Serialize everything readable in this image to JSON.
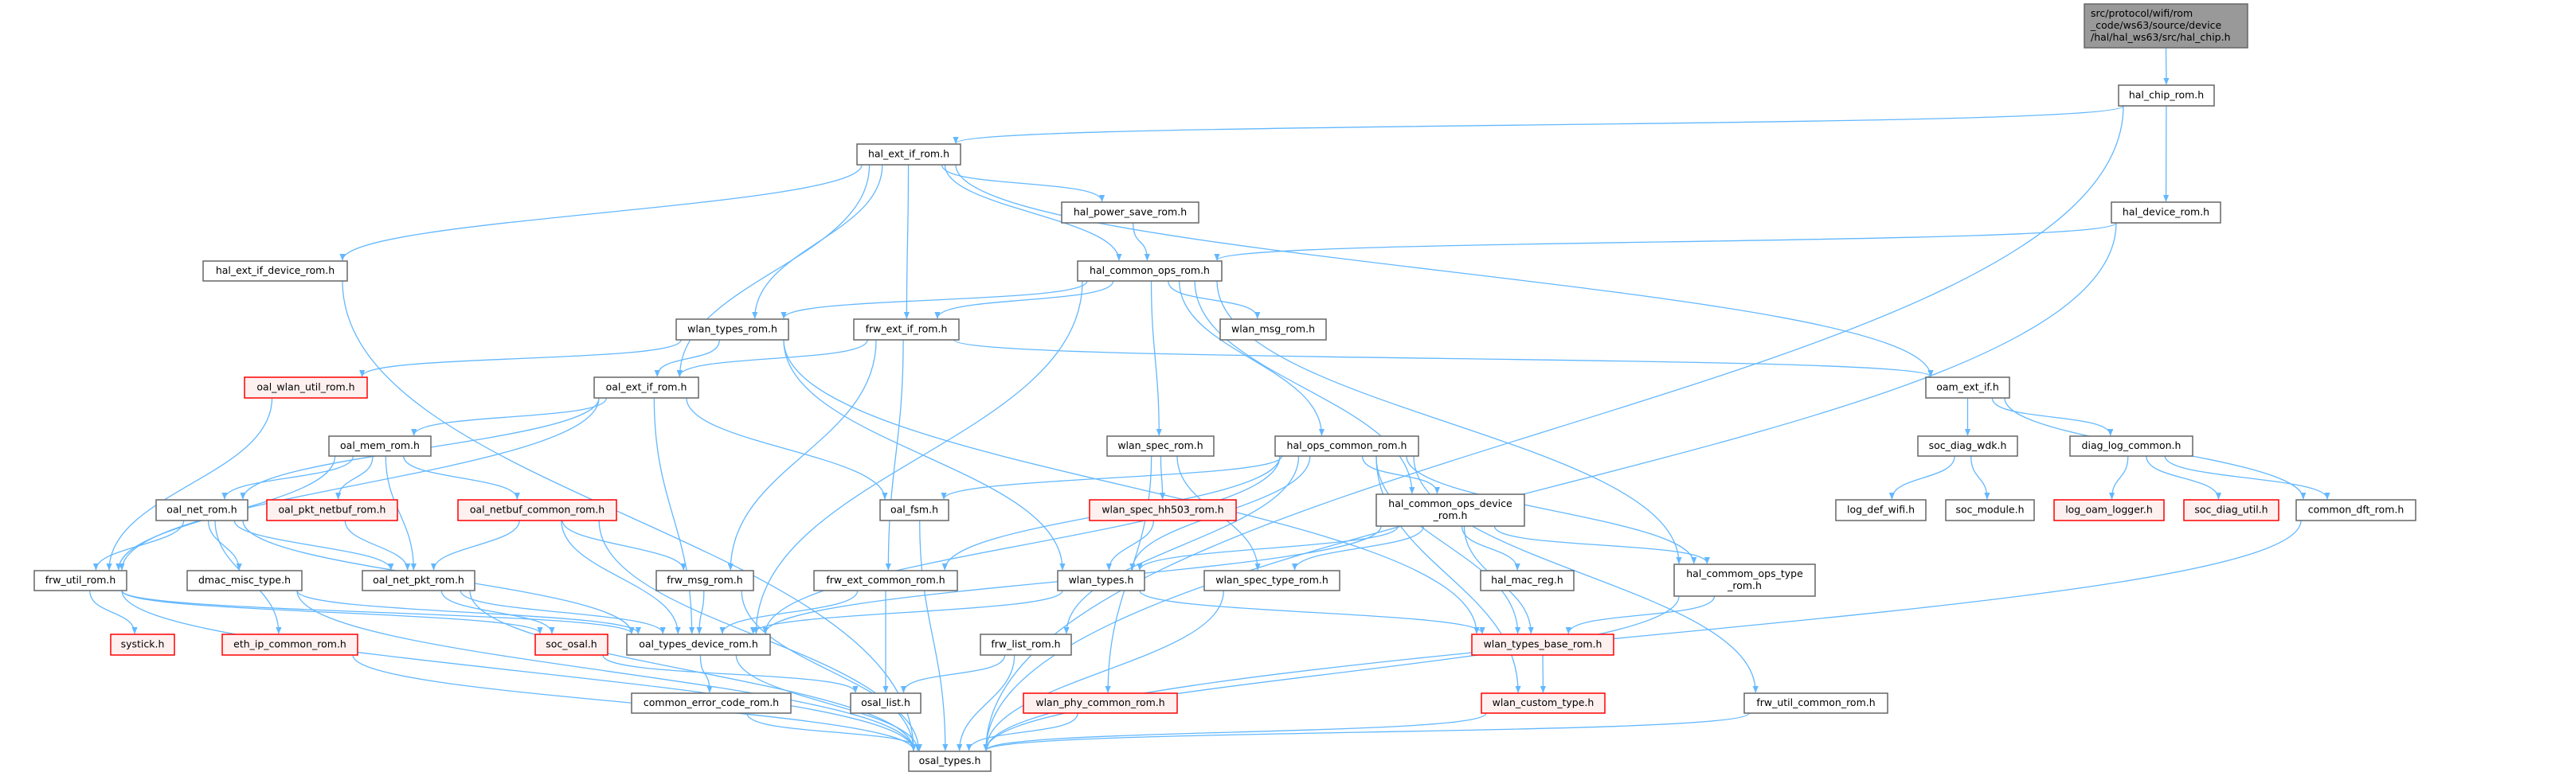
{
  "colors": {
    "edge": "#63b8ff",
    "normal_border": "#666666",
    "missing_border": "#ff0000",
    "missing_fill": "#fff0f0",
    "root_fill": "#999999"
  },
  "nodes": [
    {
      "id": "root",
      "style": "root",
      "lines": [
        "src/protocol/wifi/rom",
        "_code/ws63/source/device",
        "/hal/hal_ws63/src/hal_chip.h"
      ]
    },
    {
      "id": "hal_chip_rom",
      "style": "normal",
      "lines": [
        "hal_chip_rom.h"
      ]
    },
    {
      "id": "hal_ext_if_rom",
      "style": "normal",
      "lines": [
        "hal_ext_if_rom.h"
      ]
    },
    {
      "id": "hal_power_save_rom",
      "style": "normal",
      "lines": [
        "hal_power_save_rom.h"
      ]
    },
    {
      "id": "hal_device_rom",
      "style": "normal",
      "lines": [
        "hal_device_rom.h"
      ]
    },
    {
      "id": "hal_ext_if_device_rom",
      "style": "normal",
      "lines": [
        "hal_ext_if_device_rom.h"
      ]
    },
    {
      "id": "hal_common_ops_rom",
      "style": "normal",
      "lines": [
        "hal_common_ops_rom.h"
      ]
    },
    {
      "id": "wlan_types_rom",
      "style": "normal",
      "lines": [
        "wlan_types_rom.h"
      ]
    },
    {
      "id": "frw_ext_if_rom",
      "style": "normal",
      "lines": [
        "frw_ext_if_rom.h"
      ]
    },
    {
      "id": "wlan_msg_rom",
      "style": "normal",
      "lines": [
        "wlan_msg_rom.h"
      ]
    },
    {
      "id": "oal_wlan_util_rom",
      "style": "missing",
      "lines": [
        "oal_wlan_util_rom.h"
      ]
    },
    {
      "id": "oal_ext_if_rom",
      "style": "normal",
      "lines": [
        "oal_ext_if_rom.h"
      ]
    },
    {
      "id": "oam_ext_if",
      "style": "normal",
      "lines": [
        "oam_ext_if.h"
      ]
    },
    {
      "id": "oal_mem_rom",
      "style": "normal",
      "lines": [
        "oal_mem_rom.h"
      ]
    },
    {
      "id": "wlan_spec_rom",
      "style": "normal",
      "lines": [
        "wlan_spec_rom.h"
      ]
    },
    {
      "id": "hal_ops_common_rom",
      "style": "normal",
      "lines": [
        "hal_ops_common_rom.h"
      ]
    },
    {
      "id": "soc_diag_wdk",
      "style": "normal",
      "lines": [
        "soc_diag_wdk.h"
      ]
    },
    {
      "id": "diag_log_common",
      "style": "normal",
      "lines": [
        "diag_log_common.h"
      ]
    },
    {
      "id": "oal_net_rom",
      "style": "normal",
      "lines": [
        "oal_net_rom.h"
      ]
    },
    {
      "id": "oal_pkt_netbuf_rom",
      "style": "missing",
      "lines": [
        "oal_pkt_netbuf_rom.h"
      ]
    },
    {
      "id": "oal_netbuf_common_rom",
      "style": "missing",
      "lines": [
        "oal_netbuf_common_rom.h"
      ]
    },
    {
      "id": "oal_fsm",
      "style": "normal",
      "lines": [
        "oal_fsm.h"
      ]
    },
    {
      "id": "wlan_spec_hh503_rom",
      "style": "missing",
      "lines": [
        "wlan_spec_hh503_rom.h"
      ]
    },
    {
      "id": "hal_common_ops_device_rom",
      "style": "normal",
      "lines": [
        "hal_common_ops_device",
        "_rom.h"
      ]
    },
    {
      "id": "log_def_wifi",
      "style": "normal",
      "lines": [
        "log_def_wifi.h"
      ]
    },
    {
      "id": "soc_module",
      "style": "normal",
      "lines": [
        "soc_module.h"
      ]
    },
    {
      "id": "log_oam_logger",
      "style": "missing",
      "lines": [
        "log_oam_logger.h"
      ]
    },
    {
      "id": "soc_diag_util",
      "style": "missing",
      "lines": [
        "soc_diag_util.h"
      ]
    },
    {
      "id": "common_dft_rom",
      "style": "normal",
      "lines": [
        "common_dft_rom.h"
      ]
    },
    {
      "id": "frw_util_rom",
      "style": "normal",
      "lines": [
        "frw_util_rom.h"
      ]
    },
    {
      "id": "dmac_misc_type",
      "style": "normal",
      "lines": [
        "dmac_misc_type.h"
      ]
    },
    {
      "id": "oal_net_pkt_rom",
      "style": "normal",
      "lines": [
        "oal_net_pkt_rom.h"
      ]
    },
    {
      "id": "frw_msg_rom",
      "style": "normal",
      "lines": [
        "frw_msg_rom.h"
      ]
    },
    {
      "id": "frw_ext_common_rom",
      "style": "normal",
      "lines": [
        "frw_ext_common_rom.h"
      ]
    },
    {
      "id": "wlan_types",
      "style": "normal",
      "lines": [
        "wlan_types.h"
      ]
    },
    {
      "id": "wlan_spec_type_rom",
      "style": "normal",
      "lines": [
        "wlan_spec_type_rom.h"
      ]
    },
    {
      "id": "hal_mac_reg",
      "style": "normal",
      "lines": [
        "hal_mac_reg.h"
      ]
    },
    {
      "id": "hal_commom_ops_type_rom",
      "style": "normal",
      "lines": [
        "hal_commom_ops_type",
        "_rom.h"
      ]
    },
    {
      "id": "systick",
      "style": "missing",
      "lines": [
        "systick.h"
      ]
    },
    {
      "id": "eth_ip_common_rom",
      "style": "missing",
      "lines": [
        "eth_ip_common_rom.h"
      ]
    },
    {
      "id": "soc_osal",
      "style": "missing",
      "lines": [
        "soc_osal.h"
      ]
    },
    {
      "id": "oal_types_device_rom",
      "style": "normal",
      "lines": [
        "oal_types_device_rom.h"
      ]
    },
    {
      "id": "frw_list_rom",
      "style": "normal",
      "lines": [
        "frw_list_rom.h"
      ]
    },
    {
      "id": "wlan_types_base_rom",
      "style": "missing",
      "lines": [
        "wlan_types_base_rom.h"
      ]
    },
    {
      "id": "common_error_code_rom",
      "style": "normal",
      "lines": [
        "common_error_code_rom.h"
      ]
    },
    {
      "id": "osal_list",
      "style": "normal",
      "lines": [
        "osal_list.h"
      ]
    },
    {
      "id": "wlan_phy_common_rom",
      "style": "missing",
      "lines": [
        "wlan_phy_common_rom.h"
      ]
    },
    {
      "id": "wlan_custom_type",
      "style": "missing",
      "lines": [
        "wlan_custom_type.h"
      ]
    },
    {
      "id": "frw_util_common_rom",
      "style": "normal",
      "lines": [
        "frw_util_common_rom.h"
      ]
    },
    {
      "id": "osal_types",
      "style": "normal",
      "lines": [
        "osal_types.h"
      ]
    }
  ],
  "edges": [
    [
      "root",
      "hal_chip_rom"
    ],
    [
      "hal_chip_rom",
      "hal_ext_if_rom"
    ],
    [
      "hal_chip_rom",
      "hal_device_rom"
    ],
    [
      "hal_chip_rom",
      "osal_types"
    ],
    [
      "hal_ext_if_rom",
      "hal_ext_if_device_rom"
    ],
    [
      "hal_ext_if_rom",
      "hal_power_save_rom"
    ],
    [
      "hal_ext_if_rom",
      "hal_common_ops_rom"
    ],
    [
      "hal_ext_if_rom",
      "wlan_types_rom"
    ],
    [
      "hal_ext_if_rom",
      "frw_ext_if_rom"
    ],
    [
      "hal_ext_if_rom",
      "oal_ext_if_rom"
    ],
    [
      "hal_ext_if_rom",
      "oam_ext_if"
    ],
    [
      "hal_power_save_rom",
      "hal_common_ops_rom"
    ],
    [
      "hal_device_rom",
      "hal_common_ops_rom"
    ],
    [
      "hal_device_rom",
      "osal_types"
    ],
    [
      "hal_ext_if_device_rom",
      "osal_types"
    ],
    [
      "hal_common_ops_rom",
      "wlan_types_rom"
    ],
    [
      "hal_common_ops_rom",
      "frw_ext_if_rom"
    ],
    [
      "hal_common_ops_rom",
      "wlan_msg_rom"
    ],
    [
      "hal_common_ops_rom",
      "wlan_spec_rom"
    ],
    [
      "hal_common_ops_rom",
      "hal_ops_common_rom"
    ],
    [
      "hal_common_ops_rom",
      "hal_common_ops_device_rom"
    ],
    [
      "hal_common_ops_rom",
      "hal_commom_ops_type_rom"
    ],
    [
      "hal_common_ops_rom",
      "oal_types_device_rom"
    ],
    [
      "wlan_types_rom",
      "oal_wlan_util_rom"
    ],
    [
      "wlan_types_rom",
      "oal_ext_if_rom"
    ],
    [
      "wlan_types_rom",
      "wlan_types"
    ],
    [
      "wlan_types_rom",
      "wlan_types_base_rom"
    ],
    [
      "frw_ext_if_rom",
      "oal_ext_if_rom"
    ],
    [
      "frw_ext_if_rom",
      "oam_ext_if"
    ],
    [
      "frw_ext_if_rom",
      "frw_msg_rom"
    ],
    [
      "frw_ext_if_rom",
      "frw_ext_common_rom"
    ],
    [
      "oal_wlan_util_rom",
      "frw_util_rom"
    ],
    [
      "oal_ext_if_rom",
      "oal_mem_rom"
    ],
    [
      "oal_ext_if_rom",
      "oal_net_rom"
    ],
    [
      "oal_ext_if_rom",
      "frw_util_rom"
    ],
    [
      "oal_ext_if_rom",
      "oal_fsm"
    ],
    [
      "oal_ext_if_rom",
      "oal_types_device_rom"
    ],
    [
      "oam_ext_if",
      "soc_diag_wdk"
    ],
    [
      "oam_ext_if",
      "diag_log_common"
    ],
    [
      "oam_ext_if",
      "common_dft_rom"
    ],
    [
      "oal_mem_rom",
      "oal_net_rom"
    ],
    [
      "oal_mem_rom",
      "oal_pkt_netbuf_rom"
    ],
    [
      "oal_mem_rom",
      "oal_netbuf_common_rom"
    ],
    [
      "oal_mem_rom",
      "oal_net_pkt_rom"
    ],
    [
      "oal_mem_rom",
      "frw_util_rom"
    ],
    [
      "wlan_spec_rom",
      "wlan_spec_hh503_rom"
    ],
    [
      "wlan_spec_rom",
      "wlan_spec_type_rom"
    ],
    [
      "wlan_spec_rom",
      "wlan_phy_common_rom"
    ],
    [
      "hal_ops_common_rom",
      "oal_fsm"
    ],
    [
      "hal_ops_common_rom",
      "frw_ext_common_rom"
    ],
    [
      "hal_ops_common_rom",
      "wlan_types"
    ],
    [
      "hal_ops_common_rom",
      "hal_common_ops_device_rom"
    ],
    [
      "hal_ops_common_rom",
      "frw_list_rom"
    ],
    [
      "hal_ops_common_rom",
      "wlan_types_base_rom"
    ],
    [
      "hal_ops_common_rom",
      "wlan_custom_type"
    ],
    [
      "hal_ops_common_rom",
      "hal_commom_ops_type_rom"
    ],
    [
      "hal_ops_common_rom",
      "frw_util_common_rom"
    ],
    [
      "hal_ops_common_rom",
      "oal_types_device_rom"
    ],
    [
      "soc_diag_wdk",
      "log_def_wifi"
    ],
    [
      "soc_diag_wdk",
      "soc_module"
    ],
    [
      "diag_log_common",
      "log_oam_logger"
    ],
    [
      "diag_log_common",
      "soc_diag_util"
    ],
    [
      "diag_log_common",
      "common_dft_rom"
    ],
    [
      "oal_net_rom",
      "frw_util_rom"
    ],
    [
      "oal_net_rom",
      "dmac_misc_type"
    ],
    [
      "oal_net_rom",
      "oal_net_pkt_rom"
    ],
    [
      "oal_net_rom",
      "eth_ip_common_rom"
    ],
    [
      "oal_net_rom",
      "oal_types_device_rom"
    ],
    [
      "oal_pkt_netbuf_rom",
      "oal_net_pkt_rom"
    ],
    [
      "oal_netbuf_common_rom",
      "oal_net_pkt_rom"
    ],
    [
      "oal_netbuf_common_rom",
      "frw_msg_rom"
    ],
    [
      "oal_netbuf_common_rom",
      "oal_types_device_rom"
    ],
    [
      "oal_netbuf_common_rom",
      "osal_types"
    ],
    [
      "oal_fsm",
      "osal_types"
    ],
    [
      "wlan_spec_hh503_rom",
      "wlan_types"
    ],
    [
      "hal_common_ops_device_rom",
      "wlan_types"
    ],
    [
      "hal_common_ops_device_rom",
      "wlan_spec_type_rom"
    ],
    [
      "hal_common_ops_device_rom",
      "hal_mac_reg"
    ],
    [
      "hal_common_ops_device_rom",
      "hal_commom_ops_type_rom"
    ],
    [
      "hal_common_ops_device_rom",
      "wlan_types_base_rom"
    ],
    [
      "hal_common_ops_device_rom",
      "oal_types_device_rom"
    ],
    [
      "common_dft_rom",
      "osal_types"
    ],
    [
      "frw_util_rom",
      "systick"
    ],
    [
      "frw_util_rom",
      "soc_osal"
    ],
    [
      "frw_util_rom",
      "oal_types_device_rom"
    ],
    [
      "frw_util_rom",
      "osal_types"
    ],
    [
      "dmac_misc_type",
      "oal_types_device_rom"
    ],
    [
      "dmac_misc_type",
      "osal_types"
    ],
    [
      "oal_net_pkt_rom",
      "soc_osal"
    ],
    [
      "oal_net_pkt_rom",
      "oal_types_device_rom"
    ],
    [
      "oal_net_pkt_rom",
      "osal_types"
    ],
    [
      "frw_msg_rom",
      "oal_types_device_rom"
    ],
    [
      "frw_msg_rom",
      "osal_types"
    ],
    [
      "frw_ext_common_rom",
      "oal_types_device_rom"
    ],
    [
      "frw_ext_common_rom",
      "osal_list"
    ],
    [
      "wlan_types",
      "oal_types_device_rom"
    ],
    [
      "wlan_types",
      "wlan_types_base_rom"
    ],
    [
      "wlan_spec_type_rom",
      "osal_types"
    ],
    [
      "hal_commom_ops_type_rom",
      "wlan_types_base_rom"
    ],
    [
      "hal_commom_ops_type_rom",
      "osal_types"
    ],
    [
      "eth_ip_common_rom",
      "osal_types"
    ],
    [
      "soc_osal",
      "osal_list"
    ],
    [
      "oal_types_device_rom",
      "common_error_code_rom"
    ],
    [
      "oal_types_device_rom",
      "osal_types"
    ],
    [
      "frw_list_rom",
      "osal_list"
    ],
    [
      "frw_list_rom",
      "osal_types"
    ],
    [
      "wlan_types_base_rom",
      "wlan_custom_type"
    ],
    [
      "common_error_code_rom",
      "osal_types"
    ],
    [
      "wlan_phy_common_rom",
      "osal_types"
    ],
    [
      "wlan_custom_type",
      "osal_types"
    ],
    [
      "frw_util_common_rom",
      "osal_types"
    ]
  ]
}
